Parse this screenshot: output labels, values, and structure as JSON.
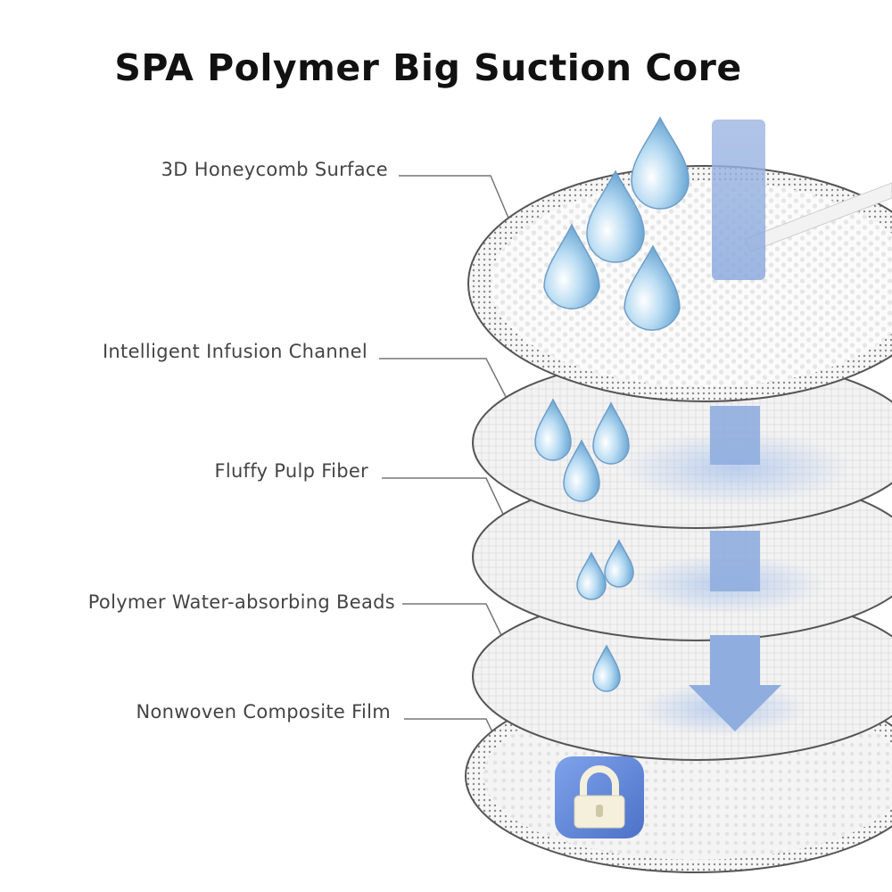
{
  "title": "SPA Polymer Big Suction Core",
  "layers": [
    {
      "label": "3D Honeycomb Surface"
    },
    {
      "label": "Intelligent Infusion Channel"
    },
    {
      "label": "Fluffy Pulp Fiber"
    },
    {
      "label": "Polymer Water-absorbing Beads"
    },
    {
      "label": "Nonwoven Composite Film"
    }
  ],
  "colors": {
    "arrow": "#8fadde",
    "drop": "#9cc8ea",
    "lock_badge": "#5f86d8",
    "lock_body": "#f4f0dc",
    "leader_line": "#777777",
    "disc_edge": "#555555"
  },
  "icons": [
    "water-drop-icon",
    "down-arrow-icon",
    "padlock-icon"
  ]
}
